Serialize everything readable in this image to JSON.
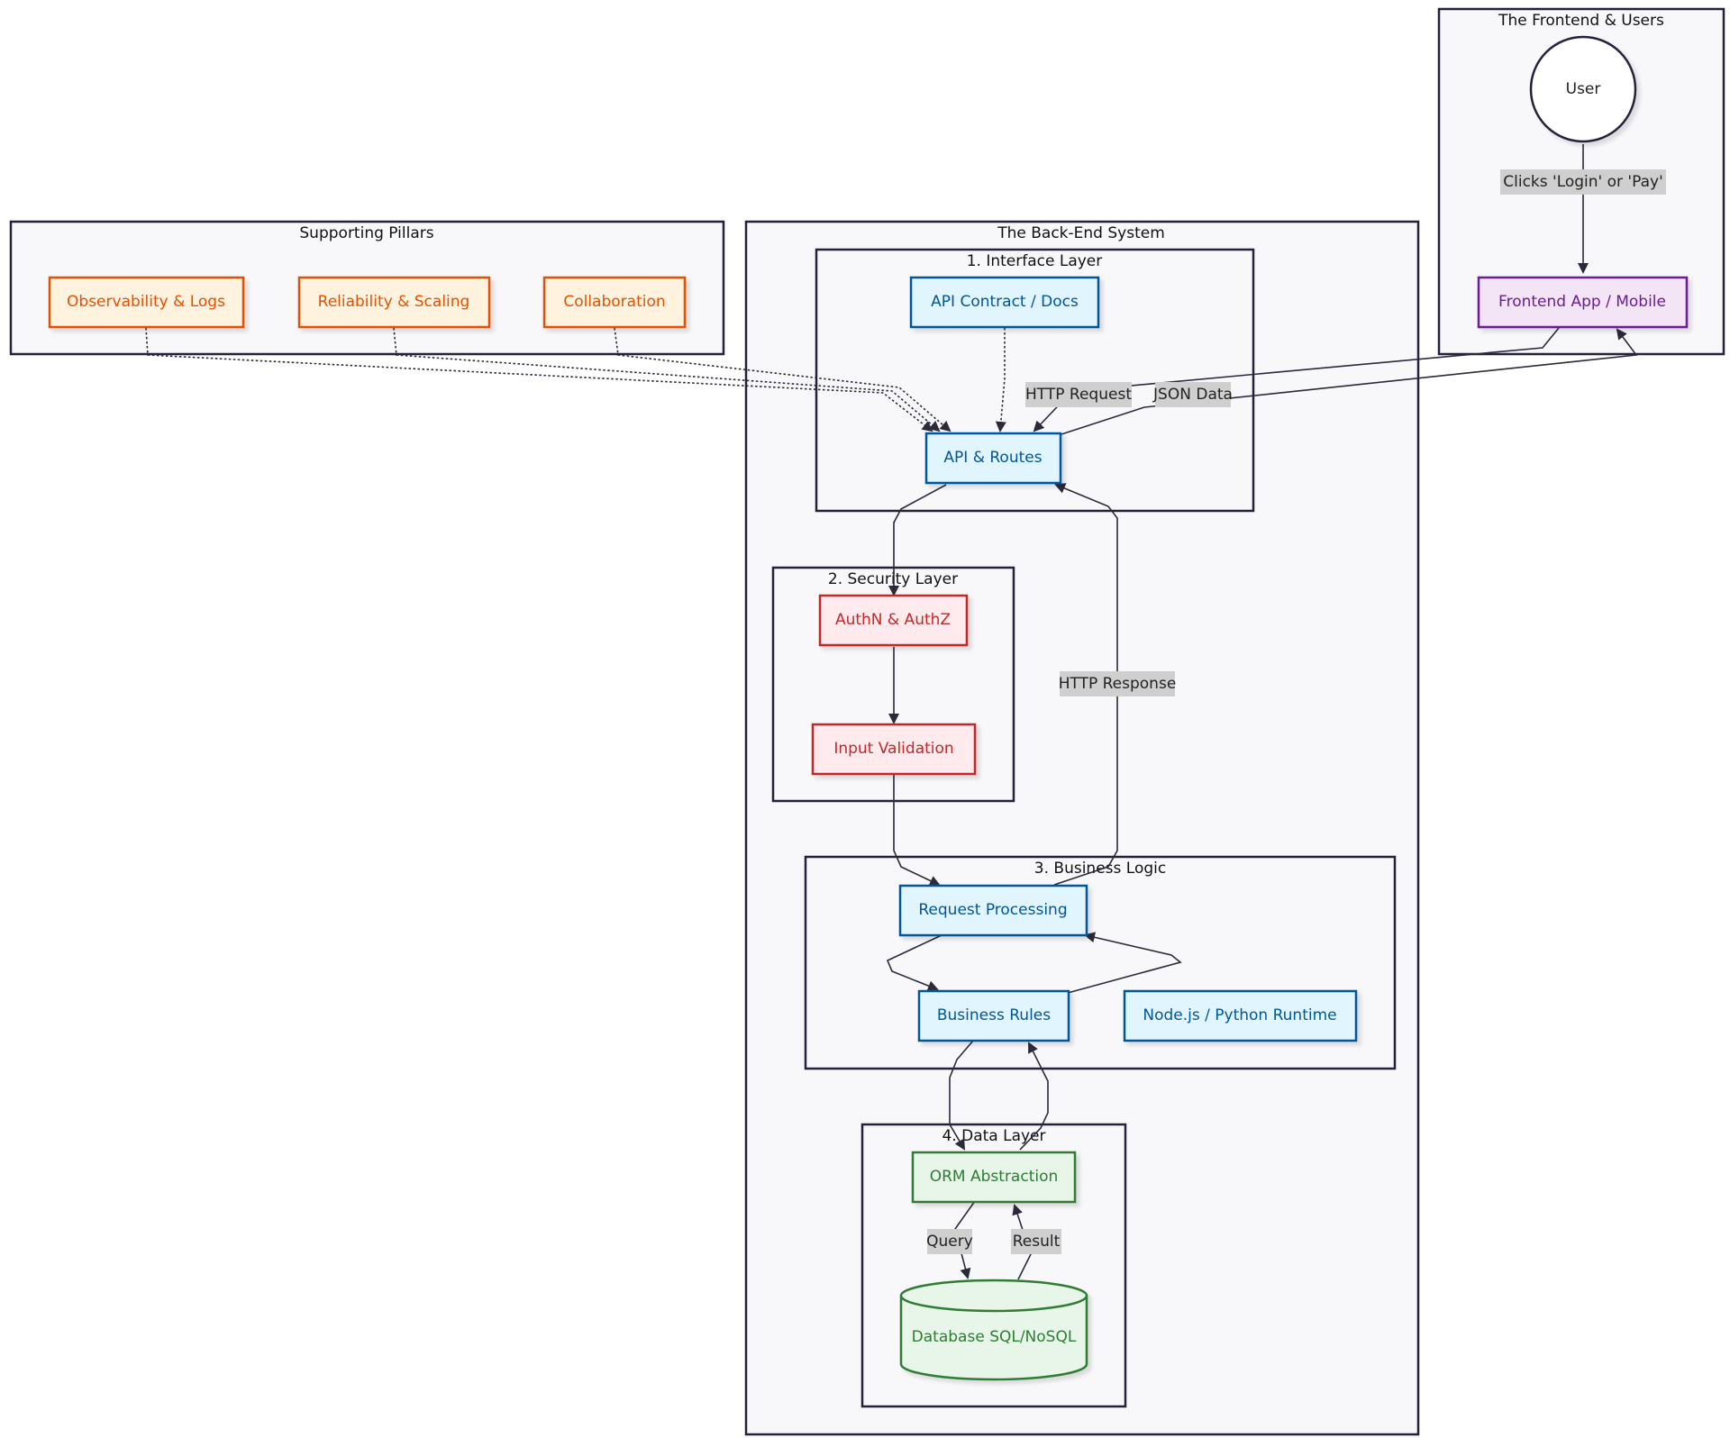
{
  "clusters": {
    "frontend": "The Frontend & Users",
    "pillars": "Supporting Pillars",
    "backend": "The Back-End System",
    "interface": "1. Interface Layer",
    "security": "2. Security Layer",
    "business": "3. Business Logic",
    "data": "4. Data Layer"
  },
  "nodes": {
    "user": "User",
    "frontend_app": "Frontend App / Mobile",
    "observability": "Observability & Logs",
    "reliability": "Reliability & Scaling",
    "collaboration": "Collaboration",
    "api_contract": "API Contract / Docs",
    "api_routes": "API & Routes",
    "authn": "AuthN & AuthZ",
    "input_validation": "Input Validation",
    "request_processing": "Request Processing",
    "business_rules": "Business Rules",
    "runtime": "Node.js / Python Runtime",
    "orm": "ORM Abstraction",
    "database": "Database SQL/NoSQL"
  },
  "edge_labels": {
    "clicks": "Clicks 'Login' or 'Pay'",
    "http_request": "HTTP Request",
    "json_data": "JSON Data",
    "http_response": "HTTP Response",
    "query": "Query",
    "result": "Result"
  },
  "colors": {
    "blue_fill": "#e1f5fe",
    "blue_stroke": "#01579b",
    "orange_fill": "#fff3e0",
    "orange_stroke": "#e65100",
    "red_fill": "#ffebee",
    "red_stroke": "#c62828",
    "green_fill": "#e8f5e9",
    "green_stroke": "#2e7d32",
    "purple_fill": "#f3e5f5",
    "purple_stroke": "#6a1b9a"
  }
}
